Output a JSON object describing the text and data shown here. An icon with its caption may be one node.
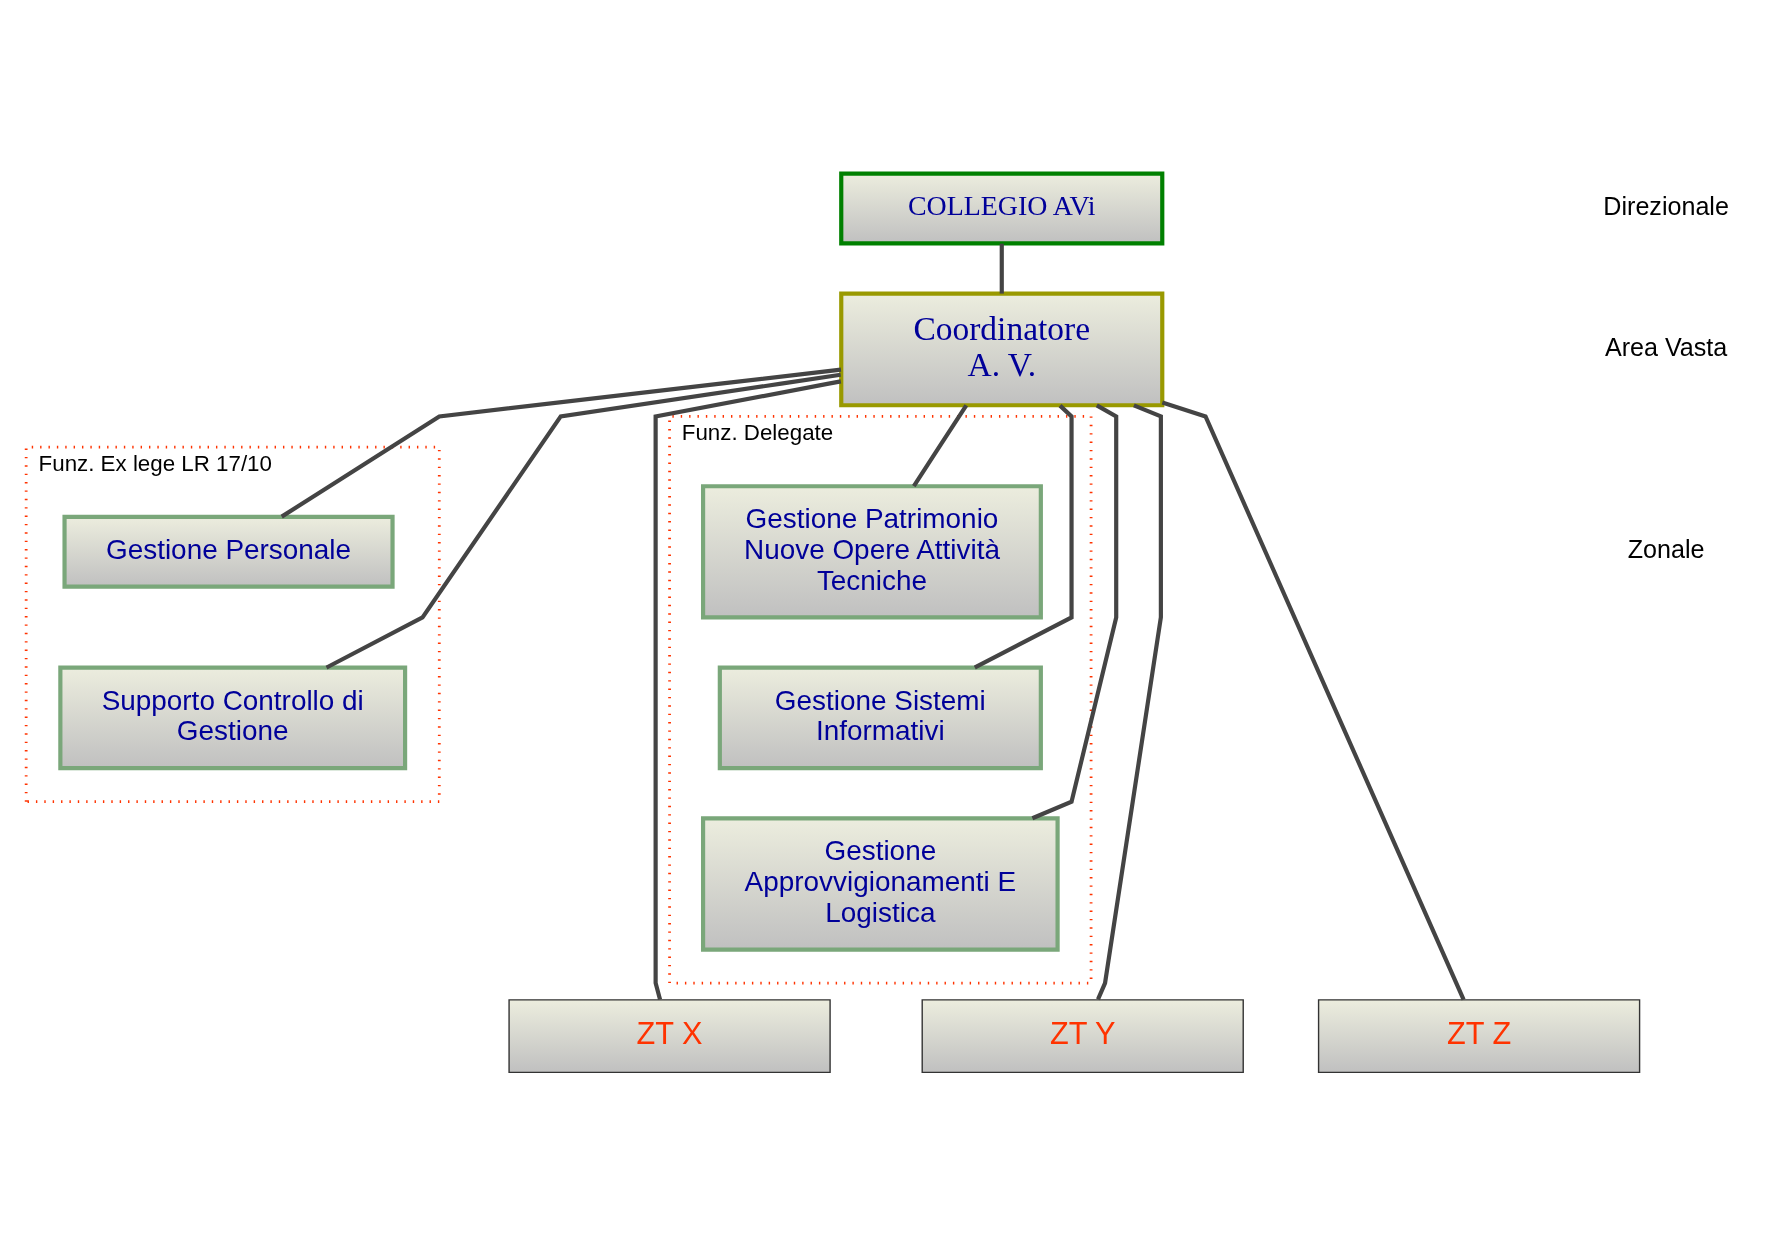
{
  "diagram": {
    "nodes": [
      {
        "text": [
          "COLLEGIO AVi"
        ]
      },
      {
        "text": [
          "Coordinatore A. V."
        ]
      },
      {
        "text": [
          "Funz. Ex lege LR 17/10"
        ]
      },
      {
        "text": [
          "Gestione Personale"
        ],
        "in": 2
      },
      {
        "text": [
          "Supporto Controllo di Gestione"
        ],
        "in": 2
      },
      {
        "text": [
          "Funz. Delegate"
        ]
      },
      {
        "text": [
          "Gestione Patrimonio Nuove Opere Attività Tecniche"
        ],
        "in": 5
      },
      {
        "text": [
          "Gestione Sistemi Informativi"
        ],
        "in": 5
      },
      {
        "text": [
          "Gestione Approvvigionamenti E Logistica"
        ],
        "in": 5
      },
      {
        "text": [
          "ZT X"
        ]
      },
      {
        "text": [
          "ZT Y"
        ]
      },
      {
        "text": [
          "ZT Z"
        ]
      }
    ],
    "edges": [
      {
        "from": 0,
        "to": 1,
        "arrow": "none"
      },
      {
        "from": 1,
        "to": 3,
        "arrow": "none"
      },
      {
        "from": 1,
        "to": 4,
        "arrow": "none"
      },
      {
        "from": 1,
        "to": 6,
        "arrow": "none"
      },
      {
        "from": 1,
        "to": 7,
        "arrow": "none"
      },
      {
        "from": 1,
        "to": 8,
        "arrow": "none"
      },
      {
        "from": 1,
        "to": 9,
        "arrow": "none"
      },
      {
        "from": 1,
        "to": 10,
        "arrow": "none"
      },
      {
        "from": 1,
        "to": 11,
        "arrow": "none"
      }
    ],
    "labels": [
      "Direzionale",
      "Area Vasta",
      "Zonale"
    ]
  }
}
